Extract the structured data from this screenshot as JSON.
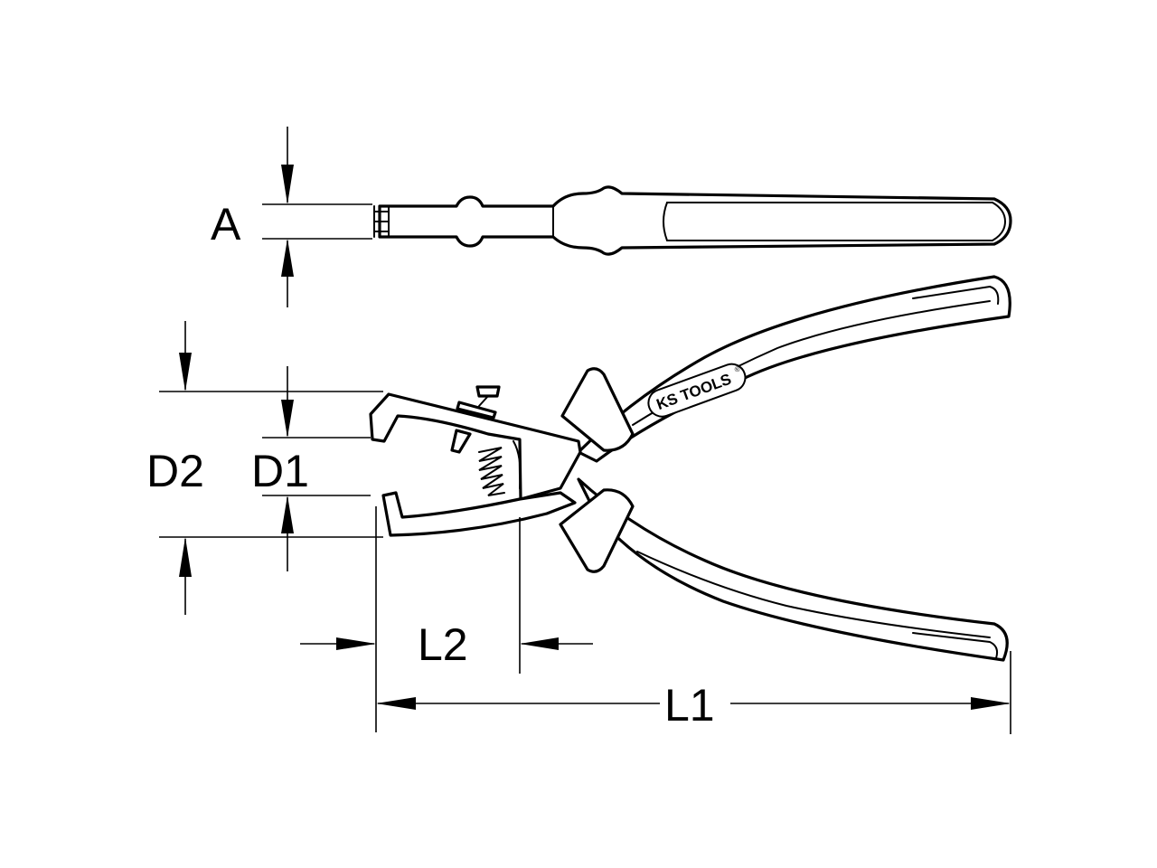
{
  "dimensions": {
    "a": "A",
    "d1": "D1",
    "d2": "D2",
    "l1": "L1",
    "l2": "L2"
  },
  "logo": {
    "text": "KS TOOLS",
    "registered_mark": "®"
  },
  "colors": {
    "line": "#000000",
    "background": "#ffffff"
  }
}
